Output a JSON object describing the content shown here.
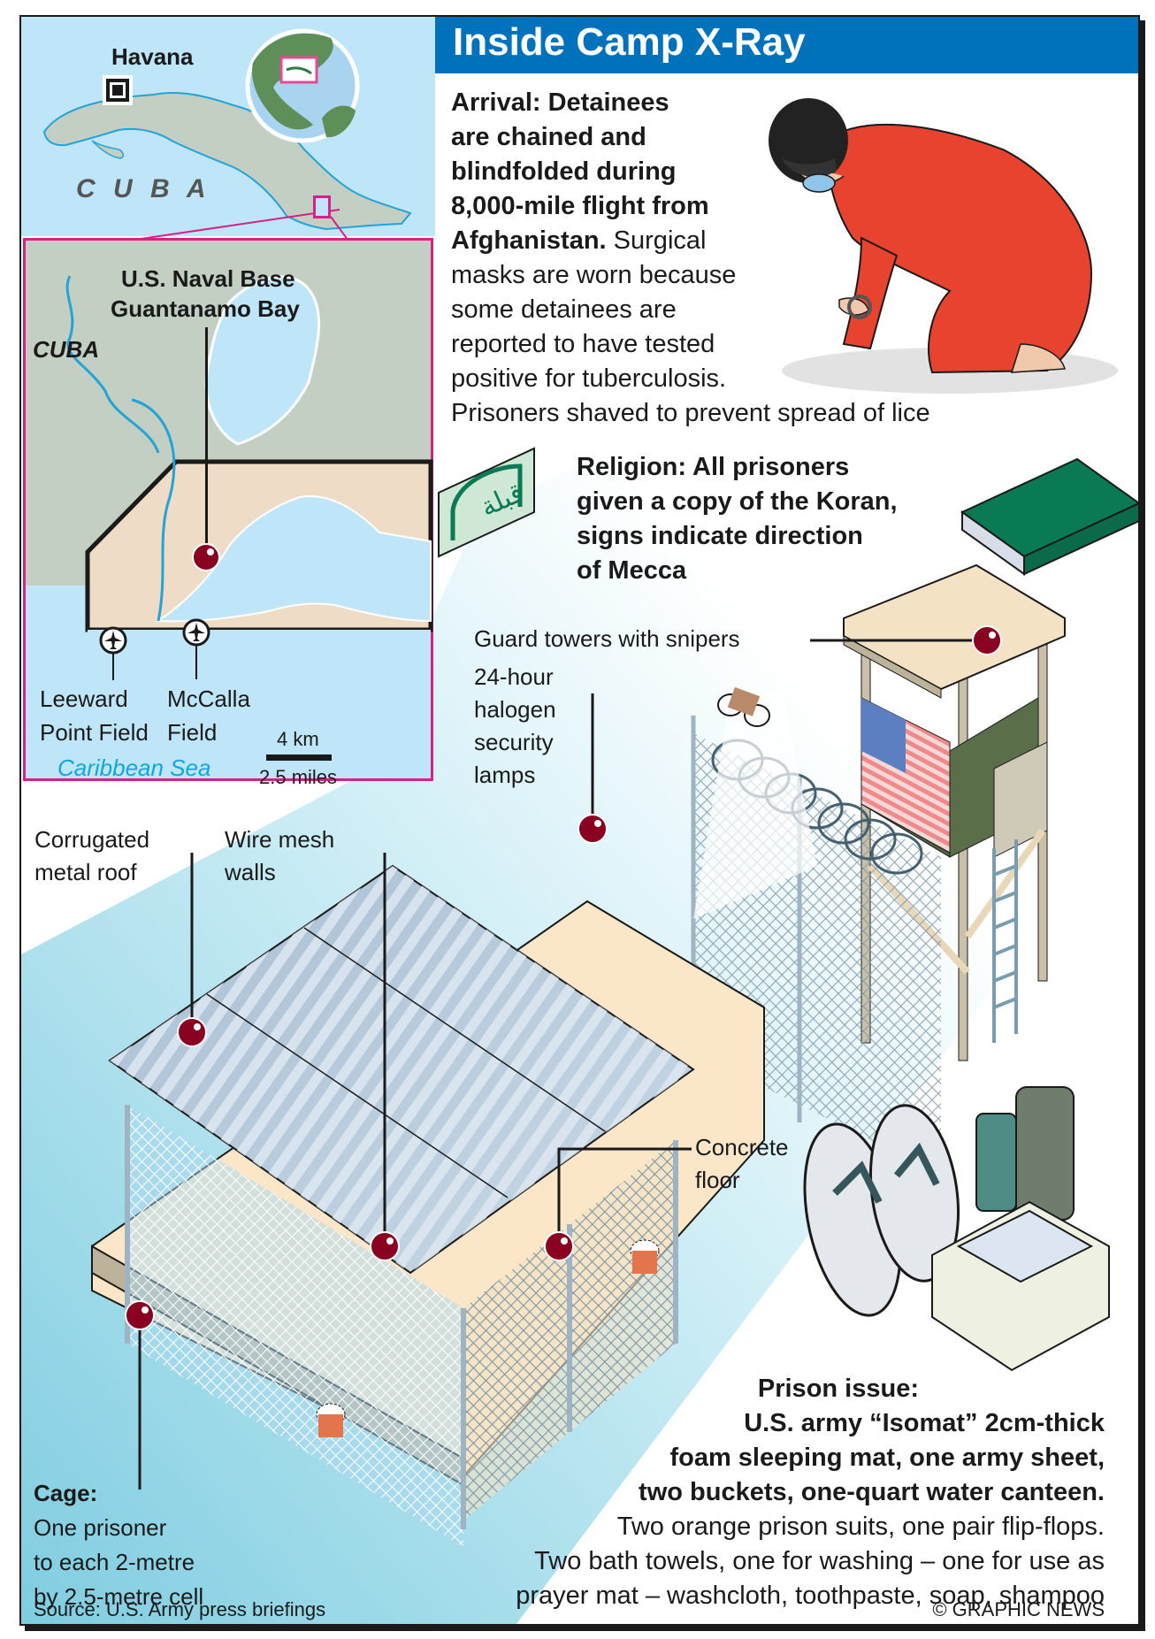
{
  "title": "Inside Camp X-Ray",
  "colors": {
    "title_bar": "#0072bc",
    "pin": "#8a0020",
    "map_sea": "#bfe6f8",
    "map_land": "#c3cfc2",
    "base_area": "#eedcc6",
    "inset_border": "#d6208a",
    "caribbean_label": "#12a7dc",
    "koran_green": "#0a7a55",
    "jumpsuit": "#e8432e"
  },
  "map": {
    "overview": {
      "capital_label": "Havana",
      "country_label": "C U B A"
    },
    "inset": {
      "base_label_line1": "U.S. Naval Base",
      "base_label_line2": "Guantanamo Bay",
      "country_label": "CUBA",
      "airfields": [
        {
          "line1": "Leeward",
          "line2": "Point Field"
        },
        {
          "line1": "McCalla",
          "line2": "Field"
        }
      ],
      "sea_label": "Caribbean Sea",
      "scale_km": "4 km",
      "scale_miles": "2.5 miles"
    }
  },
  "arrival": {
    "bold_lines": [
      "Arrival: Detainees",
      "are chained and",
      "blindfolded during",
      "8,000-mile flight from",
      "Afghanistan."
    ],
    "inline_regular": " Surgical",
    "regular_lines": [
      "masks are worn because",
      "some detainees are",
      "reported to have tested",
      "positive for tuberculosis.",
      "Prisoners shaved to prevent spread of lice"
    ]
  },
  "religion": {
    "lines": [
      "Religion: All prisoners",
      "given a copy of the Koran,",
      "signs indicate direction",
      "of Mecca"
    ],
    "sign_text": "قبلة"
  },
  "callouts": {
    "guard_towers": "Guard towers with snipers",
    "lamps": [
      "24-hour",
      "halogen",
      "security",
      "lamps"
    ],
    "roof": [
      "Corrugated",
      "metal roof"
    ],
    "walls": [
      "Wire mesh",
      "walls"
    ],
    "floor": [
      "Concrete",
      "floor"
    ]
  },
  "cage": {
    "heading": "Cage:",
    "lines": [
      "One prisoner",
      "to each 2-metre",
      "by 2.5-metre cell"
    ]
  },
  "prison_issue": {
    "heading": "Prison issue:",
    "bold_lines": [
      "U.S. army “Isomat” 2cm-thick",
      "foam sleeping mat, one army sheet,",
      "two buckets, one-quart water canteen."
    ],
    "regular_lines": [
      "Two orange prison suits, one pair flip-flops.",
      "Two bath towels, one for washing – one for use as",
      "prayer mat – washcloth, toothpaste, soap, shampoo"
    ]
  },
  "footer": {
    "source": "Source: U.S. Army press briefings",
    "credit": "© GRAPHIC NEWS"
  }
}
